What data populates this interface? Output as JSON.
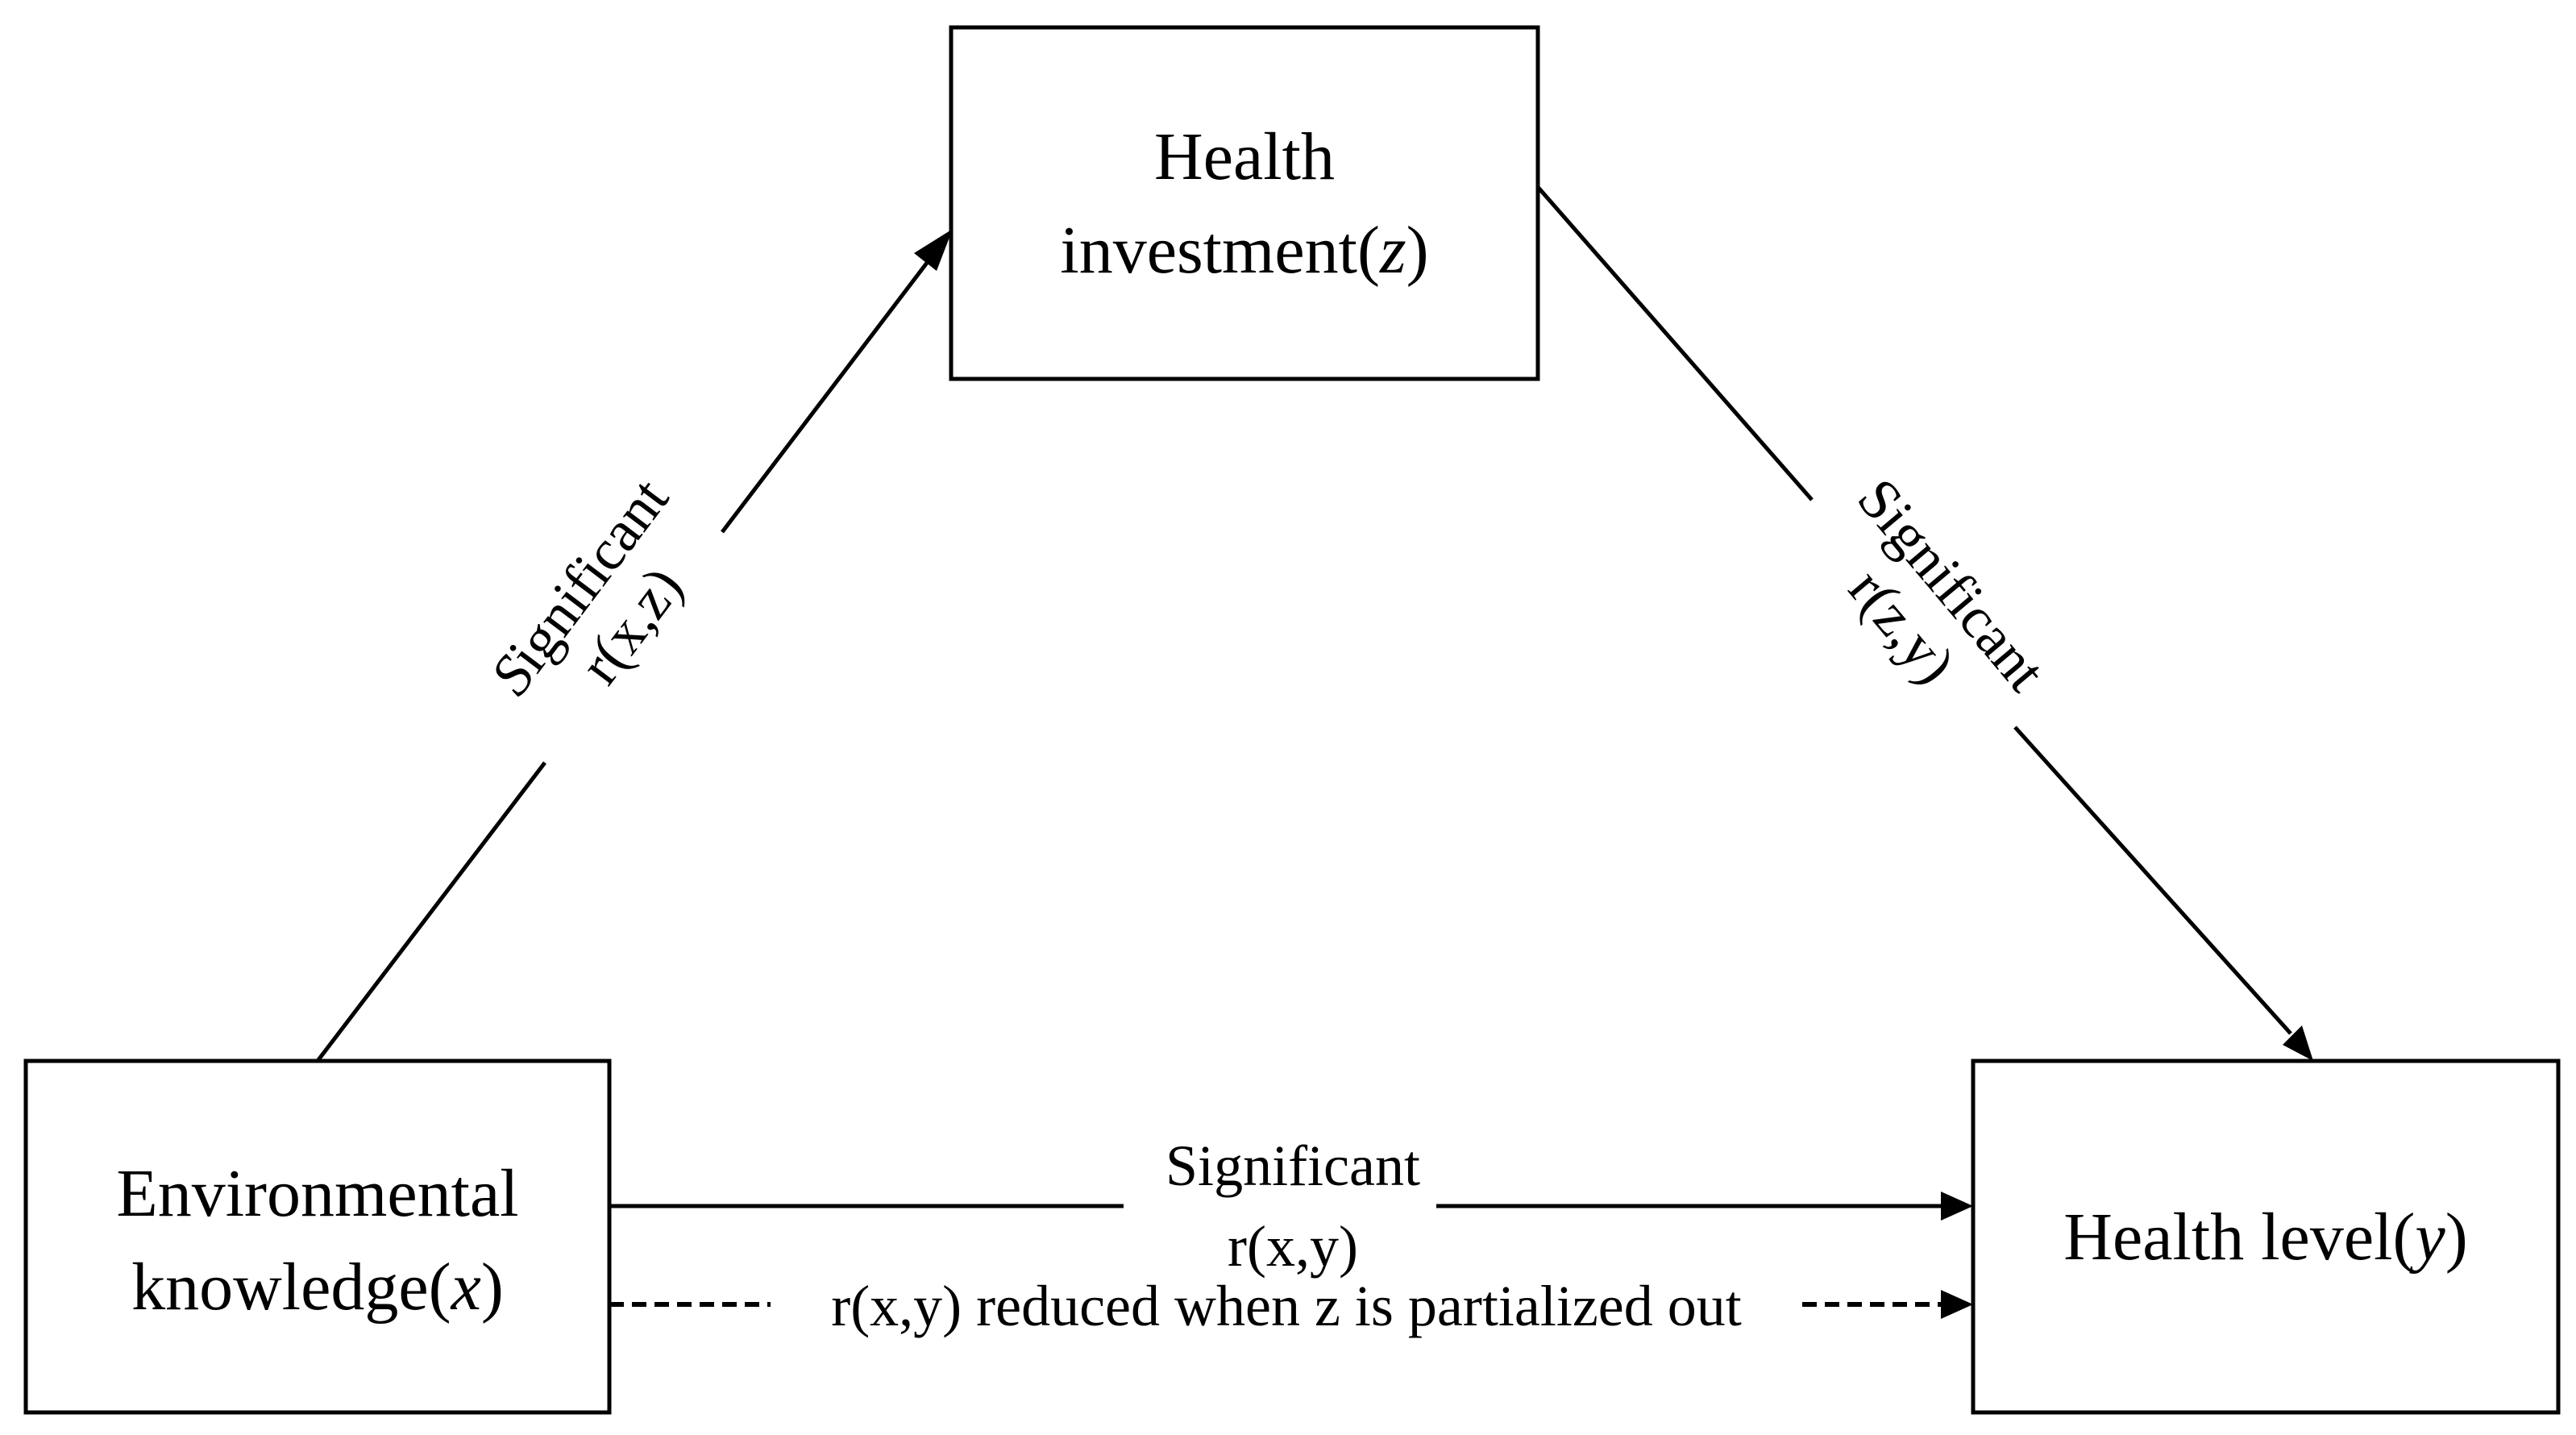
{
  "nodes": {
    "health_investment": {
      "line1": "Health",
      "line2_prefix": "investment(",
      "line2_var": "z",
      "line2_suffix": ")"
    },
    "environmental_knowledge": {
      "line1": "Environmental",
      "line2_prefix": "knowledge(",
      "line2_var": "x",
      "line2_suffix": ")"
    },
    "health_level": {
      "line1_prefix": "Health level(",
      "line1_var": "y",
      "line1_suffix": ")"
    }
  },
  "edges": {
    "x_to_z": {
      "label1_prefix": "S",
      "label1_rest": "ignificant",
      "label2": "r(x,z)"
    },
    "z_to_y": {
      "label1": "Significant",
      "label2": "r(z,y)"
    },
    "x_to_y": {
      "label1": "Significant",
      "label2": "r(x,y)"
    },
    "x_to_y_partial": {
      "label": "r(x,y) reduced when z is partialized out"
    }
  }
}
